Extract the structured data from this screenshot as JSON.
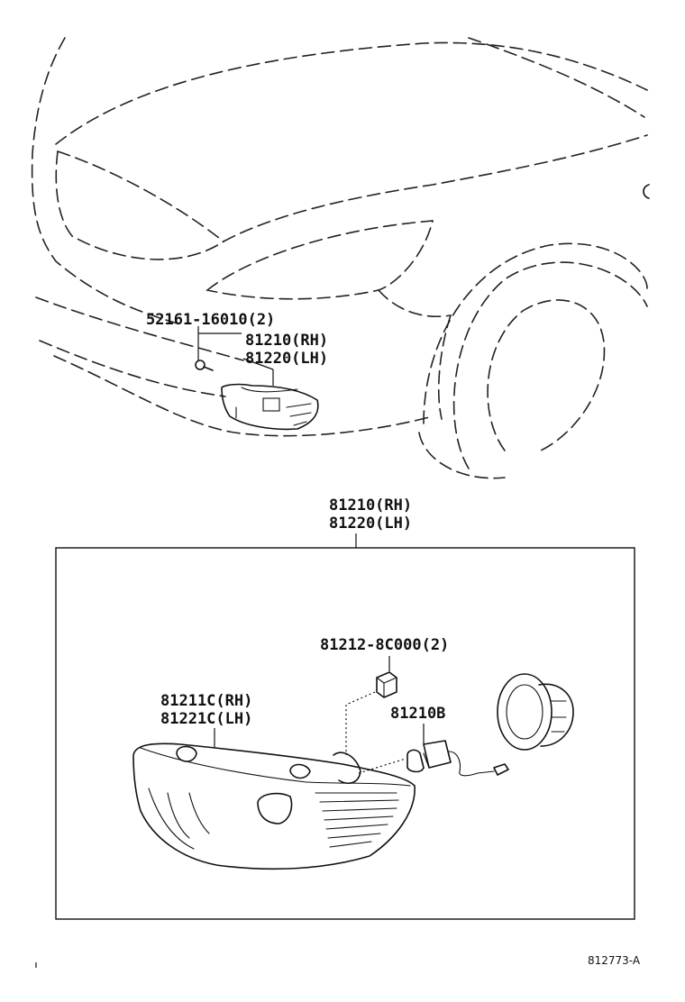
{
  "diagram": {
    "labels": {
      "upper_screw": "52161-16010(2)",
      "upper_lamp_rh": "81210(RH)",
      "upper_lamp_lh": "81220(LH)",
      "assy_rh": "81210(RH)",
      "assy_lh": "81220(LH)",
      "bulb_cap": "81212-8C000(2)",
      "unit_rh": "81211C(RH)",
      "unit_lh": "81221C(LH)",
      "bulb_socket": "81210B",
      "figure_id": "812773-A"
    }
  }
}
